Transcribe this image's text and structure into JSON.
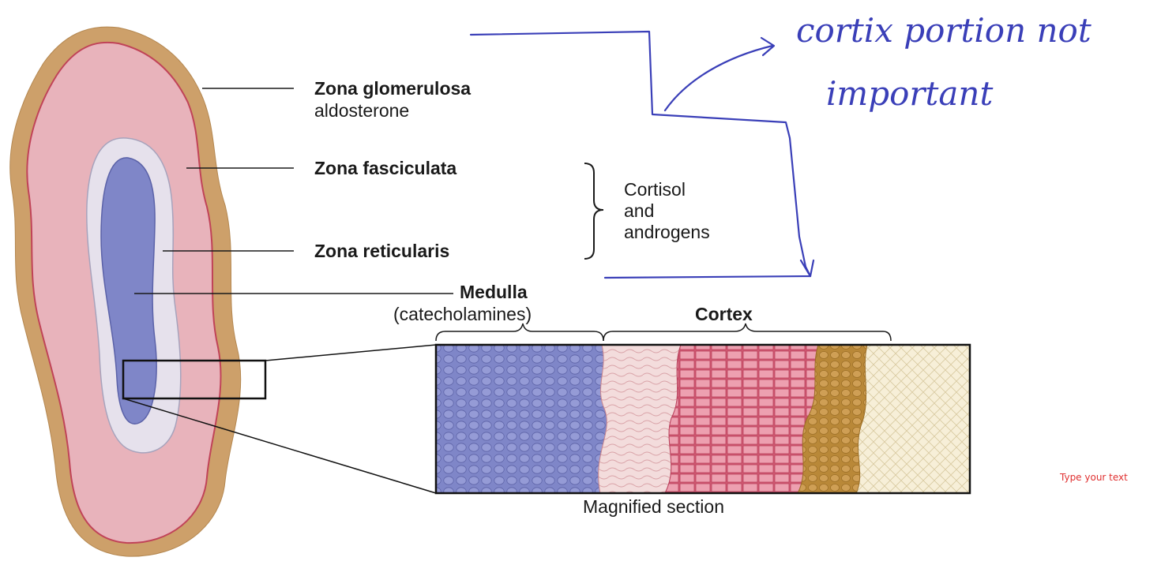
{
  "labels": {
    "zona_glomerulosa": "Zona glomerulosa",
    "zona_glomerulosa_hormone": "aldosterone",
    "zona_fasciculata": "Zona fasciculata",
    "zona_reticularis": "Zona reticularis",
    "cortisol_group": [
      "Cortisol",
      "and",
      "androgens"
    ],
    "medulla": "Medulla",
    "medulla_hormone": "(catecholamines)",
    "cortex": "Cortex",
    "magnified_caption": "Magnified section"
  },
  "annotations": {
    "handwritten_line1": "cortix portion not",
    "handwritten_line2": "important",
    "placeholder_note": "Type your text"
  },
  "colors": {
    "capsule": "#cda06a",
    "cortex": "#e8b3bb",
    "reticularis": "#e6e1ec",
    "medulla": "#7f86c8",
    "fasciculata_cells": "#d25a73",
    "glomerulosa_cells": "#c7913f",
    "ink": "#3a3fb8"
  }
}
